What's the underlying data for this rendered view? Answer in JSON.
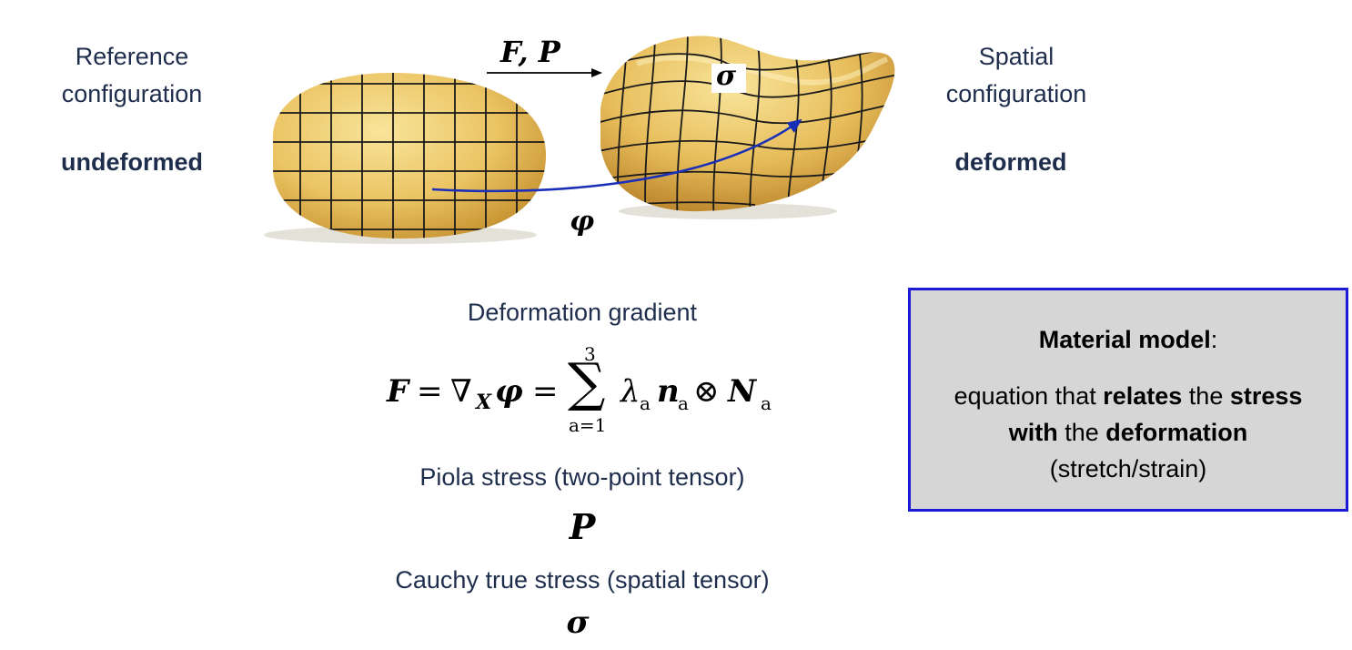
{
  "reference": {
    "line1": "Reference",
    "line2": "configuration",
    "state": "undeformed"
  },
  "spatial": {
    "line1": "Spatial",
    "line2": "configuration",
    "state": "deformed"
  },
  "symbols": {
    "top_arrow": "F, P",
    "sigma": "σ",
    "phi": "φ"
  },
  "deformation_gradient": {
    "title": "Deformation gradient",
    "lhs": "F",
    "grad_sub": "X",
    "sum_upper": "3",
    "sum_lower": "a=1",
    "lambda_sub": "a",
    "n_sub": "a",
    "N_sub": "a"
  },
  "piola": {
    "title": "Piola stress (two-point tensor)",
    "symbol": "P"
  },
  "cauchy": {
    "title": "Cauchy true stress (spatial tensor)",
    "symbol": "σ"
  },
  "material_model": {
    "title_bold": "Material model",
    "title_colon": ":",
    "p1": "equation that ",
    "p1_bold": "relates",
    "p2": " the ",
    "p2_bold": "stress",
    "p3_bold": "with",
    "p4": " the ",
    "p4_bold": "deformation",
    "p5": "(stretch/strain)"
  },
  "colors": {
    "text": "#1f2d4d",
    "potato_light": "#f4d97a",
    "potato_dark": "#d4a640",
    "arrow_blue": "#1a2fb8",
    "box_border": "#1b1bd6",
    "box_fill": "#d6d6d6"
  }
}
